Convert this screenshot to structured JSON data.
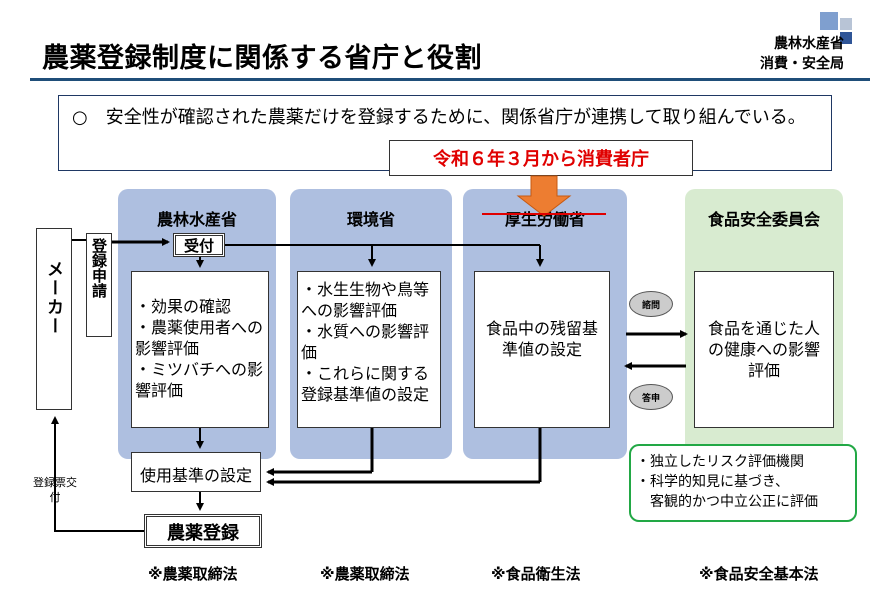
{
  "header": {
    "title": "農薬登録制度に関係する省庁と役割",
    "ministry_line1": "農林水産省",
    "ministry_line2": "消費・安全局"
  },
  "intro": {
    "text": "○　安全性が確認された農薬だけを登録するために、関係省庁が連携して取り組んでいる。",
    "change_note": "令和６年３月から消費者庁"
  },
  "maker": {
    "label": "メーカー",
    "application": "登録申請",
    "issue_note": "登録票交付"
  },
  "maff": {
    "title": "農林水産省",
    "reception": "受付",
    "roles": [
      "・効果の確認",
      "・農薬使用者への影響評価",
      "・ミツバチへの影響評価"
    ],
    "usage_standard": "使用基準の設定",
    "registration": "農薬登録",
    "law": "※農薬取締法"
  },
  "env": {
    "title": "環境省",
    "roles": [
      "・水生生物や鳥等への影響評価",
      "・水質への影響評価",
      "・これらに関する登録基準値の設定"
    ],
    "law": "※農薬取締法"
  },
  "mhlw": {
    "title": "厚生労働省",
    "role": "食品中の残留基準値の設定",
    "law": "※食品衛生法"
  },
  "fsc": {
    "title": "食品安全委員会",
    "role": "食品を通じた人の健康への影響評価",
    "law": "※食品安全基本法",
    "notes": [
      "・独立したリスク評価機関",
      "・科学的知見に基づき、",
      "　客観的かつ中立公正に評価"
    ],
    "consult": "諮問",
    "reply": "答申"
  },
  "colors": {
    "column_blue": "#aebfe0",
    "column_green": "#d8ebd0",
    "title_rule": "#1f4e79",
    "change_red": "#e00000",
    "strike_arrow": "#ed7d31",
    "note_border": "#22a845"
  }
}
